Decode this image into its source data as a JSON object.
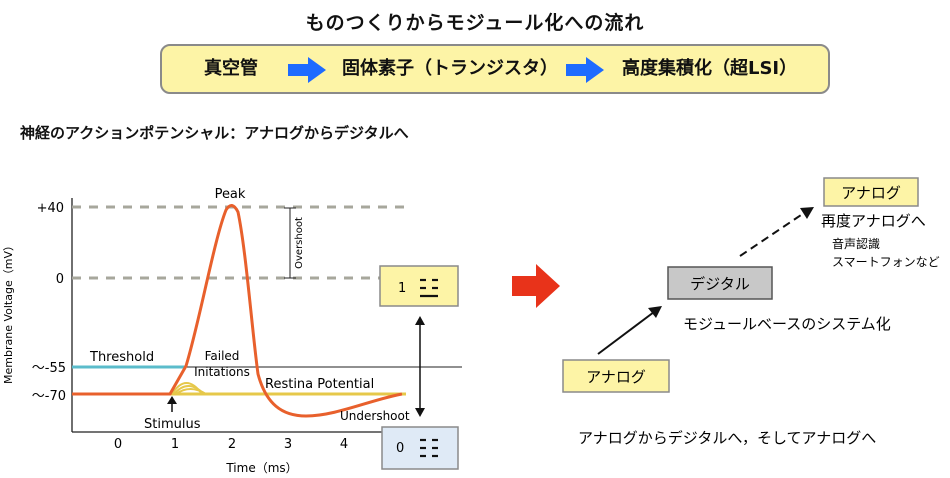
{
  "title": "ものつくりからモジュール化への流れ",
  "flow": {
    "steps": [
      "真空管",
      "固体素子（トランジスタ）",
      "高度集積化（超LSI）"
    ],
    "arrow_color": "#1e6bff",
    "box_color": "#fdf4a6"
  },
  "section_heading": "神経のアクションポテンシャル：アナログからデジタルへ",
  "action_potential": {
    "y_axis_label": "Membrane Voltage（mV）",
    "x_axis_label": "Time（ms）",
    "y_ticks": [
      "+40",
      "0",
      "～-55",
      "～-70"
    ],
    "x_ticks": [
      "0",
      "1",
      "2",
      "3",
      "4"
    ],
    "labels": {
      "peak": "Peak",
      "overshoot": "Overshoot",
      "threshold": "Threshold",
      "failed_line1": "Failed",
      "failed_line2": "Initations",
      "resting": "Restina Potential",
      "undershoot": "Undershoot",
      "stimulus": "Stimulus"
    },
    "colors": {
      "curve": "#e8602c",
      "threshold": "#5bbccb",
      "resting": "#e6c84a",
      "dashed": "#a7a79c"
    }
  },
  "digital_states": {
    "high": {
      "value": "1"
    },
    "low": {
      "value": "0"
    }
  },
  "evolution": {
    "arrow_color": "#e8331a",
    "analog": "アナログ",
    "digital": "デジタル",
    "digital_caption": "モジュールベースのシステム化",
    "analog_again": "アナログ",
    "re_analog_title": "再度アナログへ",
    "re_analog_detail1": "音声認識",
    "re_analog_detail2": "スマートフォンなど",
    "summary": "アナログからデジタルへ，そしてアナログへ"
  }
}
